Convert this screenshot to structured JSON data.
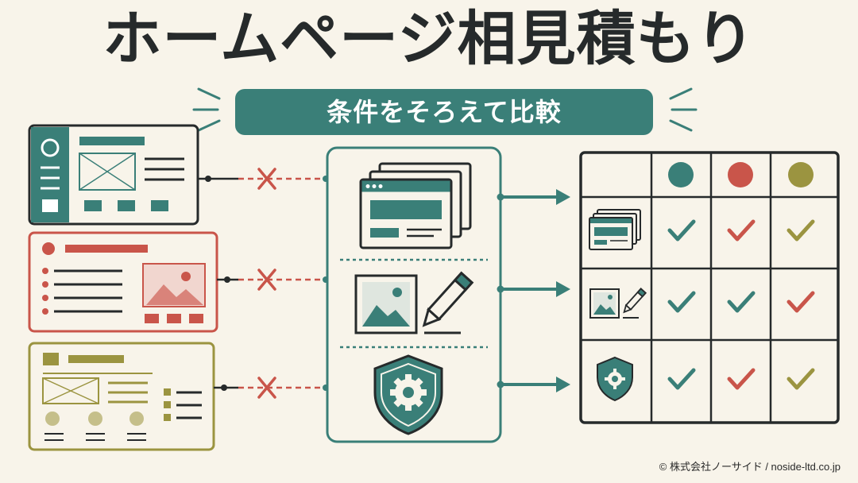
{
  "title": "ホームページ相見積もり",
  "subtitle": "条件をそろえて比較",
  "copyright": "© 株式会社ノーサイド / noside-ltd.co.jp",
  "colors": {
    "teal": "#3a7f78",
    "red": "#c9554a",
    "olive": "#9b9440",
    "dark": "#262a2b",
    "background": "#f8f4ea"
  },
  "quotes": [
    {
      "name": "quote-teal",
      "color": "teal"
    },
    {
      "name": "quote-red",
      "color": "red"
    },
    {
      "name": "quote-olive",
      "color": "olive"
    }
  ],
  "conditions": [
    "pages-icon",
    "image-edit-icon",
    "security-shield-icon"
  ],
  "comparison_table": {
    "columns": [
      "teal",
      "red",
      "olive"
    ],
    "rows": [
      "pages-icon",
      "image-edit-icon",
      "security-shield-icon"
    ],
    "cell_colors": [
      [
        "teal",
        "red",
        "olive"
      ],
      [
        "teal",
        "teal",
        "red"
      ],
      [
        "teal",
        "red",
        "olive"
      ]
    ]
  }
}
